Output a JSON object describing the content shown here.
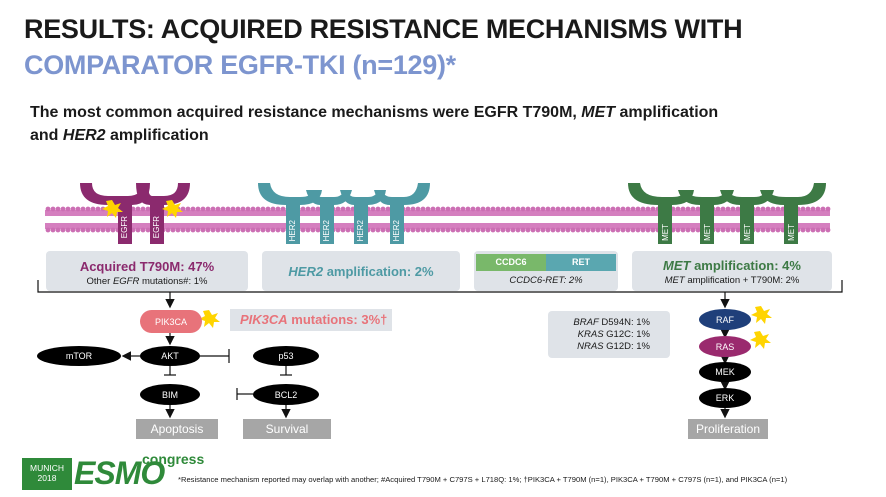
{
  "title": {
    "line1": "RESULTS: ACQUIRED RESISTANCE MECHANISMS WITH",
    "line2": "COMPARATOR EGFR-TKI (n=129)*"
  },
  "subtitle": {
    "part1": "The most common acquired resistance mechanisms were EGFR T790M, ",
    "met": "MET",
    "part2": " amplification",
    "and": "and ",
    "her2": "HER2",
    "part3": " amplification"
  },
  "receptors": {
    "egfr": "EGFR",
    "her2": "HER2",
    "met": "MET"
  },
  "boxes": {
    "t790m": {
      "label": "Acquired T790M: 47%",
      "sub_prefix": "Other ",
      "sub_italic": "EGFR",
      "sub_suffix": " mutations#: 1%"
    },
    "her2": {
      "italic": "HER2",
      "label": " amplification: 2%"
    },
    "ccdc6": {
      "left": "CCDC6",
      "right": "RET",
      "sub": "CCDC6-RET: 2%"
    },
    "met": {
      "italic": "MET",
      "label": " amplification: 4%",
      "sub_italic": "MET",
      "sub": " amplification + T790M: 2%"
    },
    "raf_list": [
      {
        "italic": "BRAF",
        "text": " D594N: 1%"
      },
      {
        "italic": "KRAS",
        "text": " G12C: 1%"
      },
      {
        "italic": "NRAS",
        "text": " G12D: 1%"
      }
    ]
  },
  "pathway": {
    "pik3ca": "PIK3CA",
    "pik3ca_mut_italic": "PIK3CA",
    "pik3ca_mut": " mutations: 3%†",
    "mtor": "mTOR",
    "akt": "AKT",
    "p53": "p53",
    "bim": "BIM",
    "bcl2": "BCL2",
    "raf": "RAF",
    "ras": "RAS",
    "mek": "MEK",
    "erk": "ERK",
    "apoptosis": "Apoptosis",
    "survival": "Survival",
    "proliferation": "Proliferation"
  },
  "logo": {
    "city": "MUNICH",
    "year": "2018",
    "esmo": "ESMO",
    "congress": "congress"
  },
  "footnote": "*Resistance mechanism reported may overlap with another; #Acquired T790M + C797S + L718Q: 1%; †PIK3CA + T790M (n=1), PIK3CA + T790M + C797S (n=1), and PIK3CA (n=1)",
  "colors": {
    "egfr": "#8b2a6e",
    "her2": "#4e9aa4",
    "met": "#3d7a45",
    "membrane": "#cc6fb4",
    "title_blue": "#7d95cf",
    "pik3ca": "#e8737a",
    "raf": "#1f3f7a",
    "ras": "#9a2a6e",
    "star": "#ffd400"
  }
}
